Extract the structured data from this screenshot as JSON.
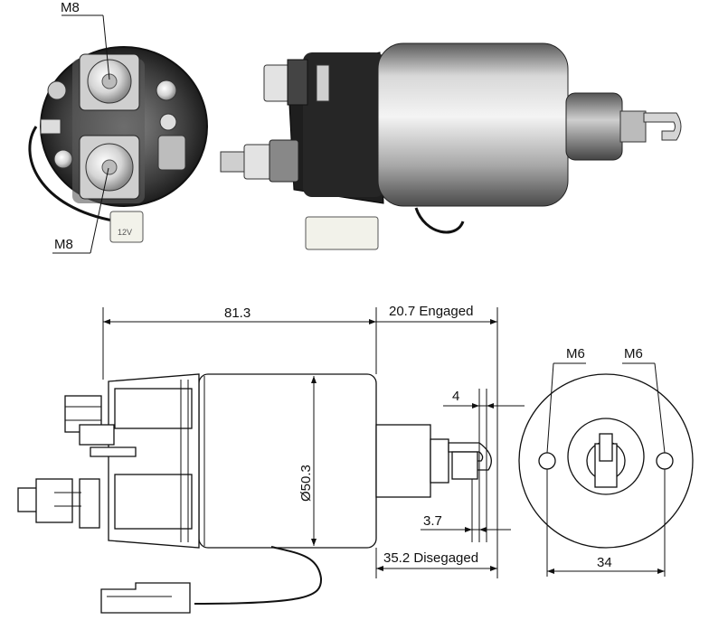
{
  "photos": {
    "end_view_labels": {
      "top_stud": "M8",
      "bottom_stud": "M8"
    }
  },
  "drawing": {
    "length_body": "81.3",
    "plunger_engaged": "20.7 Engaged",
    "plunger_disengaged": "35.2 Disegaged",
    "diameter": "Ø50.3",
    "hook_width": "4",
    "hook_offset": "3.7",
    "end_view": {
      "left_bolt": "M6",
      "right_bolt": "M6",
      "bolt_spacing": "34"
    }
  },
  "colors": {
    "metal_light": "#e6e6e6",
    "metal_mid": "#9a9a9a",
    "metal_dark": "#3a3a3a",
    "black": "#111111",
    "white": "#ffffff"
  }
}
